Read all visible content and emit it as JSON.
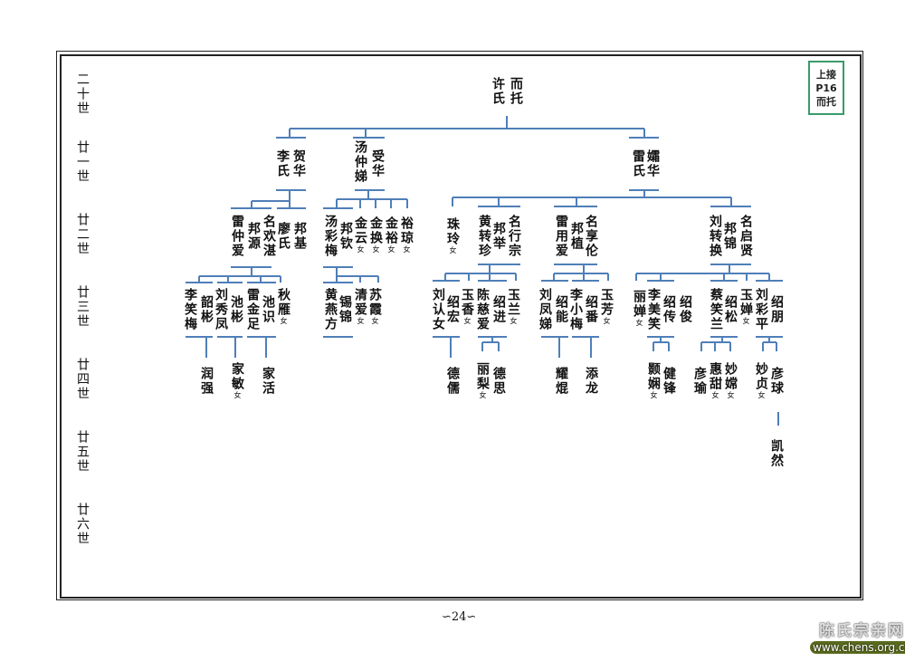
{
  "page_number": "∽24∽",
  "link_box": {
    "line1": "上接",
    "line2": "P16",
    "line3": "而托"
  },
  "watermark": {
    "title": "陈氏宗亲网",
    "url": "www.chens.org.cn"
  },
  "female_mark": "女",
  "line_color": "#4f7fb8",
  "generations": [
    "二十世",
    "廿一世",
    "廿二世",
    "廿三世",
    "廿四世",
    "廿五世",
    "廿六世"
  ],
  "nodes": [
    {
      "name": "而托"
    },
    {
      "name": "许氏"
    },
    {
      "name": "贺华"
    },
    {
      "name": "李氏"
    },
    {
      "name": "受华"
    },
    {
      "name": "汤仲娣"
    },
    {
      "name": "孀华"
    },
    {
      "name": "雷氏"
    },
    {
      "name": "雷仲爱"
    },
    {
      "name": "邦源"
    },
    {
      "name": "名欢湛"
    },
    {
      "name": "廖氏"
    },
    {
      "name": "邦基"
    },
    {
      "name": "汤彩梅"
    },
    {
      "name": "邦钦"
    },
    {
      "name": "金云",
      "female": true
    },
    {
      "name": "金换",
      "female": true
    },
    {
      "name": "金裕",
      "female": true
    },
    {
      "name": "裕琼",
      "female": true
    },
    {
      "name": "珠玲",
      "female": true
    },
    {
      "name": "黄转珍"
    },
    {
      "name": "邦举"
    },
    {
      "name": "名行宗"
    },
    {
      "name": "雷用爱"
    },
    {
      "name": "邦植"
    },
    {
      "name": "名享伦"
    },
    {
      "name": "刘转换"
    },
    {
      "name": "邦锦"
    },
    {
      "name": "名启贤"
    },
    {
      "name": "李笑梅"
    },
    {
      "name": "韶彬"
    },
    {
      "name": "刘秀凤"
    },
    {
      "name": "池彬"
    },
    {
      "name": "雷金足"
    },
    {
      "name": "池识"
    },
    {
      "name": "秋雁",
      "female": true
    },
    {
      "name": "黄燕方"
    },
    {
      "name": "锡锦"
    },
    {
      "name": "清爱",
      "female": true
    },
    {
      "name": "苏霞",
      "female": true
    },
    {
      "name": "刘认女"
    },
    {
      "name": "绍宏"
    },
    {
      "name": "玉香",
      "female": true
    },
    {
      "name": "陈慈爱"
    },
    {
      "name": "绍进"
    },
    {
      "name": "玉兰",
      "female": true
    },
    {
      "name": "刘凤娣"
    },
    {
      "name": "绍能"
    },
    {
      "name": "李小梅"
    },
    {
      "name": "绍番"
    },
    {
      "name": "玉芳",
      "female": true
    },
    {
      "name": "丽婵",
      "female": true
    },
    {
      "name": "李美笑"
    },
    {
      "name": "绍传"
    },
    {
      "name": "绍俊"
    },
    {
      "name": "蔡笑兰"
    },
    {
      "name": "绍松"
    },
    {
      "name": "玉婵",
      "female": true
    },
    {
      "name": "刘彩平"
    },
    {
      "name": "绍朋"
    },
    {
      "name": "润强"
    },
    {
      "name": "家敏",
      "female": true
    },
    {
      "name": "家活"
    },
    {
      "name": "德儒"
    },
    {
      "name": "丽梨",
      "female": true
    },
    {
      "name": "德思"
    },
    {
      "name": "耀焜"
    },
    {
      "name": "添龙"
    },
    {
      "name": "颢娴",
      "female": true
    },
    {
      "name": "健锋"
    },
    {
      "name": "彦瑜"
    },
    {
      "name": "惠甜",
      "female": true
    },
    {
      "name": "妙嫦",
      "female": true
    },
    {
      "name": "妙贞",
      "female": true
    },
    {
      "name": "彦球"
    },
    {
      "name": "凯然"
    }
  ]
}
